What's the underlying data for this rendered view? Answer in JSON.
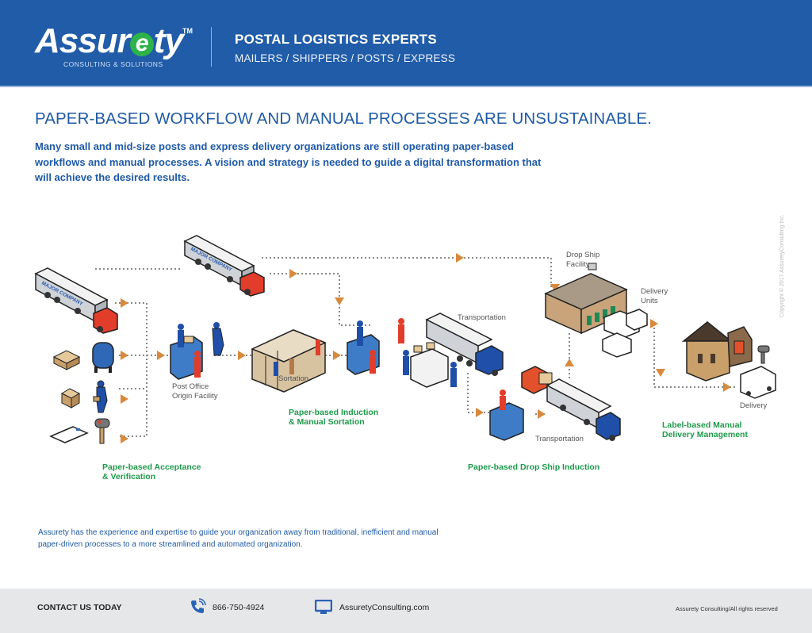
{
  "header": {
    "logo_prefix": "Assur",
    "logo_e": "e",
    "logo_suffix": "ty",
    "logo_tm": "TM",
    "logo_tagline": "CONSULTING & SOLUTIONS",
    "title": "POSTAL LOGISTICS EXPERTS",
    "subtitle": "MAILERS / SHIPPERS / POSTS / EXPRESS",
    "brand_color": "#215ca8",
    "accent_green": "#2db34a"
  },
  "main": {
    "headline": "PAPER-BASED WORKFLOW AND MANUAL PROCESSES ARE UNSUSTAINABLE.",
    "intro": "Many small and mid-size posts and express delivery organizations are still operating paper-based workflows and manual processes. A vision and strategy is needed to guide a digital transformation that will achieve the desired results.",
    "copyright": "Copyright © 2017 AssuretyConsulting Inc.",
    "closing": "Assurety has the experience and expertise to guide your organization away from traditional, inefficient and manual paper-driven processes to a more streamlined and automated organization."
  },
  "diagram": {
    "truck_text": "MAJOR COMPANY",
    "labels": {
      "post_office": "Post Office",
      "origin_facility": "Origin Facility",
      "sortation": "Sortation",
      "transportation_top": "Transportation",
      "transportation_bottom": "Transportation",
      "drop_ship": "Drop Ship",
      "facility": "Facility",
      "delivery": "Delivery",
      "units": "Units",
      "delivery_final": "Delivery"
    },
    "stages": [
      {
        "line1": "Paper-based Acceptance",
        "line2": "& Verification"
      },
      {
        "line1": "Paper-based Induction",
        "line2": "& Manual Sortation"
      },
      {
        "line1": "Paper-based Drop Ship Induction",
        "line2": ""
      },
      {
        "line1": "Label-based Manual",
        "line2": "Delivery Management"
      }
    ],
    "colors": {
      "stage_green": "#1e9a4a",
      "arrow": "#d9893d",
      "truck_red": "#e23d2a",
      "truck_blue": "#1f4fa8",
      "figure_blue": "#1f4fa8",
      "figure_red": "#e23d2a"
    }
  },
  "footer": {
    "contact": "CONTACT US TODAY",
    "phone_icon": "phone-icon",
    "phone": "866-750-4924",
    "web_icon": "monitor-icon",
    "website": "AssuretyConsulting.com",
    "rights": "Assurety Consulting/All rights reserved"
  }
}
